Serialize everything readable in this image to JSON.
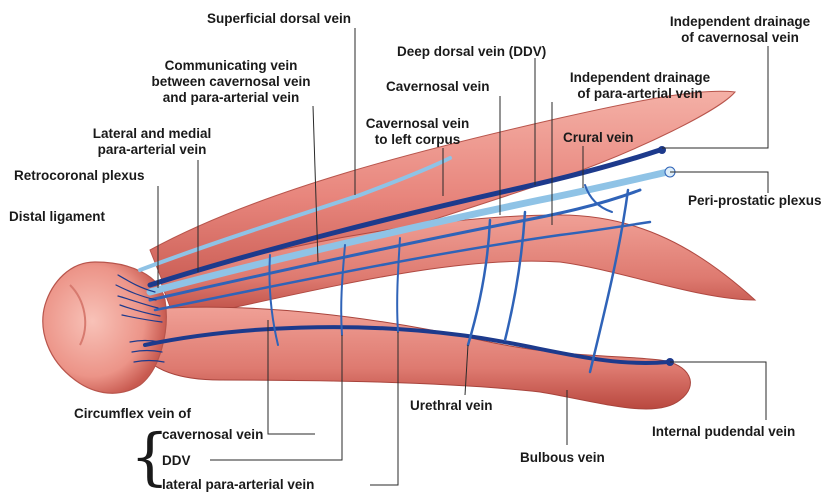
{
  "colors": {
    "tissue": "#e8867d",
    "tissue_dark": "#c6574e",
    "glans": "#f2a89d",
    "vein_dark": "#1d3a8c",
    "vein_mid": "#2f63b8",
    "vein_light": "#8fc3e6",
    "leader": "#2a2a2a"
  },
  "labels": {
    "superficial_dorsal_vein": "Superficial dorsal vein",
    "independent_drainage_cavernosal_1": "Independent drainage",
    "independent_drainage_cavernosal_2": "of cavernosal vein",
    "deep_dorsal_vein": "Deep dorsal vein (DDV)",
    "communicating_vein_1": "Communicating vein",
    "communicating_vein_2": "between cavernosal vein",
    "communicating_vein_3": "and para-arterial vein",
    "cavernosal_vein": "Cavernosal vein",
    "independent_drainage_para_1": "Independent drainage",
    "independent_drainage_para_2": "of para-arterial vein",
    "lateral_medial_para_1": "Lateral and medial",
    "lateral_medial_para_2": "para-arterial vein",
    "cavernosal_left_corpus_1": "Cavernosal vein",
    "cavernosal_left_corpus_2": "to left corpus",
    "crural_vein": "Crural vein",
    "retrocoronal_plexus": "Retrocoronal plexus",
    "peri_prostatic_plexus": "Peri-prostatic plexus",
    "distal_ligament": "Distal ligament",
    "circumflex_vein_of": "Circumflex vein of",
    "circumflex_cavernosal": "cavernosal vein",
    "circumflex_ddv": "DDV",
    "circumflex_lateral_para": "lateral para-arterial vein",
    "urethral_vein": "Urethral vein",
    "internal_pudendal_vein": "Internal pudendal vein",
    "bulbous_vein": "Bulbous vein",
    "brace": "{"
  }
}
